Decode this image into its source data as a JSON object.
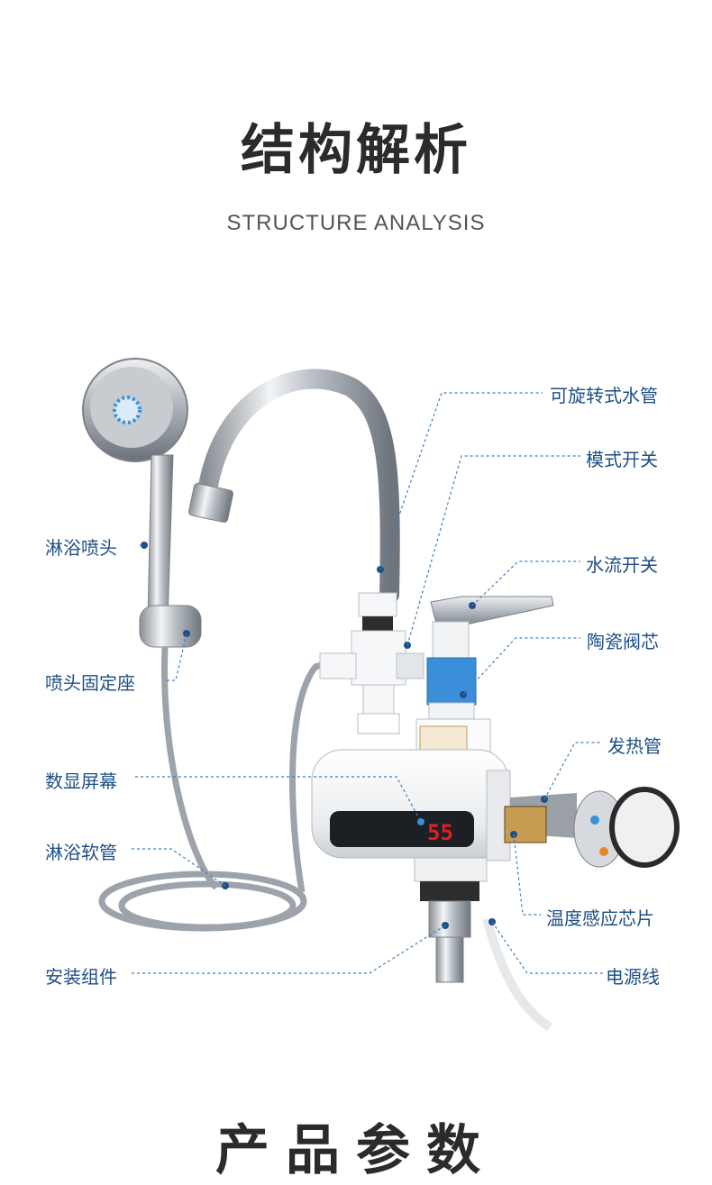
{
  "header": {
    "title": "结构解析",
    "subtitle": "STRUCTURE ANALYSIS"
  },
  "labels": {
    "rotating_pipe": "可旋转式水管",
    "mode_switch": "模式开关",
    "shower_head": "淋浴喷头",
    "flow_switch": "水流开关",
    "ceramic_valve": "陶瓷阀芯",
    "head_holder": "喷头固定座",
    "heating_tube": "发热管",
    "digital_display": "数显屏幕",
    "shower_hose": "淋浴软管",
    "temp_chip": "温度感应芯片",
    "install_kit": "安装组件",
    "power_cord": "电源线"
  },
  "display": {
    "readout": "55"
  },
  "footer": {
    "title": "产品参数"
  },
  "colors": {
    "label": "#1e4f86",
    "accent_blue": "#3a8fd8",
    "display_red": "#e02020"
  }
}
